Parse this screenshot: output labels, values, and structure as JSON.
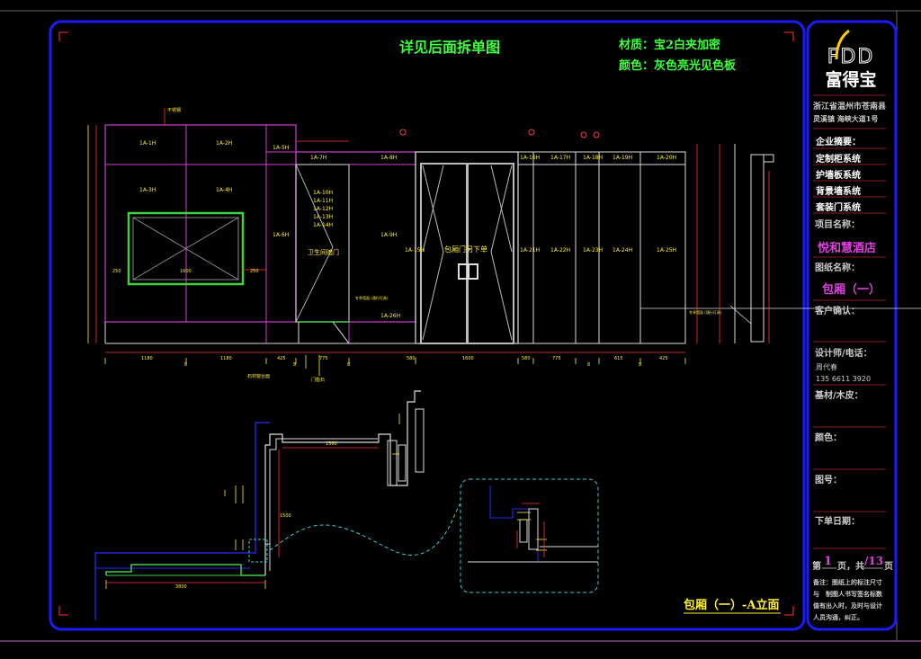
{
  "header": {
    "title": "详见后面拆单图",
    "material": "材质：宝2白夹加密",
    "color": "颜色：灰色亮光见色板"
  },
  "logo": {
    "mark": "FDD",
    "name": "富得宝"
  },
  "title_block": {
    "address": [
      "浙江省温州市苍南县",
      "灵溪镇 海峡大道1号"
    ],
    "company_summary": "企业摘要：",
    "systems": [
      "定制柜系统",
      "护墙板系统",
      "背景墙系统",
      "套装门系统"
    ],
    "project_label": "项目名称：",
    "project_value": "悦和慧酒店",
    "drawing_label": "图纸名称：",
    "drawing_value": "包厢（一）",
    "client_label": "客户确认：",
    "designer_label": "设计师/电话：",
    "designer_name": "周代春",
    "designer_phone": "135 6611 3920",
    "base_label": "基材/木皮：",
    "color_label": "颜色：",
    "number_label": "图号：",
    "date_label": "下单日期：",
    "page_prefix": "第",
    "page_no": "1",
    "page_mid": "页，共",
    "page_total": "/13",
    "page_suffix": "页",
    "notes": [
      "备注：图纸上的标注尺寸",
      "与　制图人书写签名标数",
      "值有出入时，及时与设计",
      "人员沟通，纠正。"
    ]
  },
  "elevation": {
    "panels": [
      "1A-1H",
      "1A-2H",
      "1A-3H",
      "1A-4H",
      "1A-5H",
      "1A-6H",
      "1A-7H",
      "1A-8H",
      "1A-9H",
      "1A-10H",
      "1A-11H",
      "1A-12H",
      "1A-13H",
      "1A-14H",
      "1A-15H",
      "1A-16H",
      "1A-17H",
      "1A-18H",
      "1A-19H",
      "1A-20H",
      "1A-21H",
      "1A-22H",
      "1A-23H",
      "1A-24H",
      "1A-25H",
      "1A-26H"
    ],
    "bathroom_door": "卫生间暗门",
    "room_door": "包厢门另下单",
    "note_top": "不锈钢",
    "note_stone": "石材窗台面",
    "note_door": "门槛石",
    "note_wall": "冬季墙面 (通行灯具)",
    "dims_bottom": [
      "1180",
      "8",
      "1180",
      "425",
      "8",
      "775",
      "8",
      "580",
      "1600",
      "580",
      "775",
      "8",
      "615",
      "8",
      "425"
    ],
    "dims_tv": [
      "250",
      "1600",
      "250"
    ],
    "dims_plan": [
      "1560",
      "3800",
      "1500"
    ]
  },
  "caption": "包厢（一）-A立面"
}
